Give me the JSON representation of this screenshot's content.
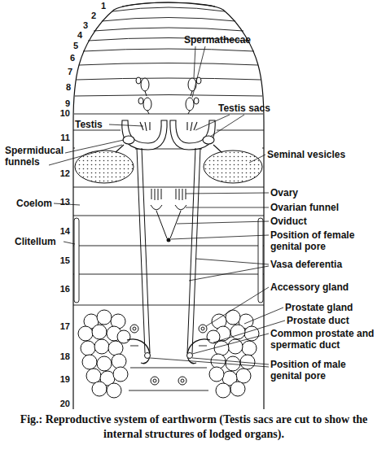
{
  "diagram": {
    "caption": "Fig.: Reproductive system of earthworm (Testis sacs are cut to show the internal structures of lodged organs).",
    "labels": [
      "1",
      "2",
      "3",
      "4",
      "5",
      "Spermathecae",
      "6",
      "7",
      "8",
      "9",
      "Testis sacs",
      "10",
      "Testis",
      "11",
      "Spermiducal funnels",
      "Seminal vesicles",
      "12",
      "Ovary",
      "Coelom",
      "13",
      "Ovarian funnel",
      "Oviduct",
      "14",
      "Clitellum",
      "Position of female genital pore",
      "15",
      "Vasa deferentia",
      "16",
      "Accessory gland",
      "17",
      "Prostate gland",
      "Prostate duct",
      "18",
      "Common prostate and spermatic duct",
      "19",
      "Position of male genital pore",
      "20"
    ]
  }
}
